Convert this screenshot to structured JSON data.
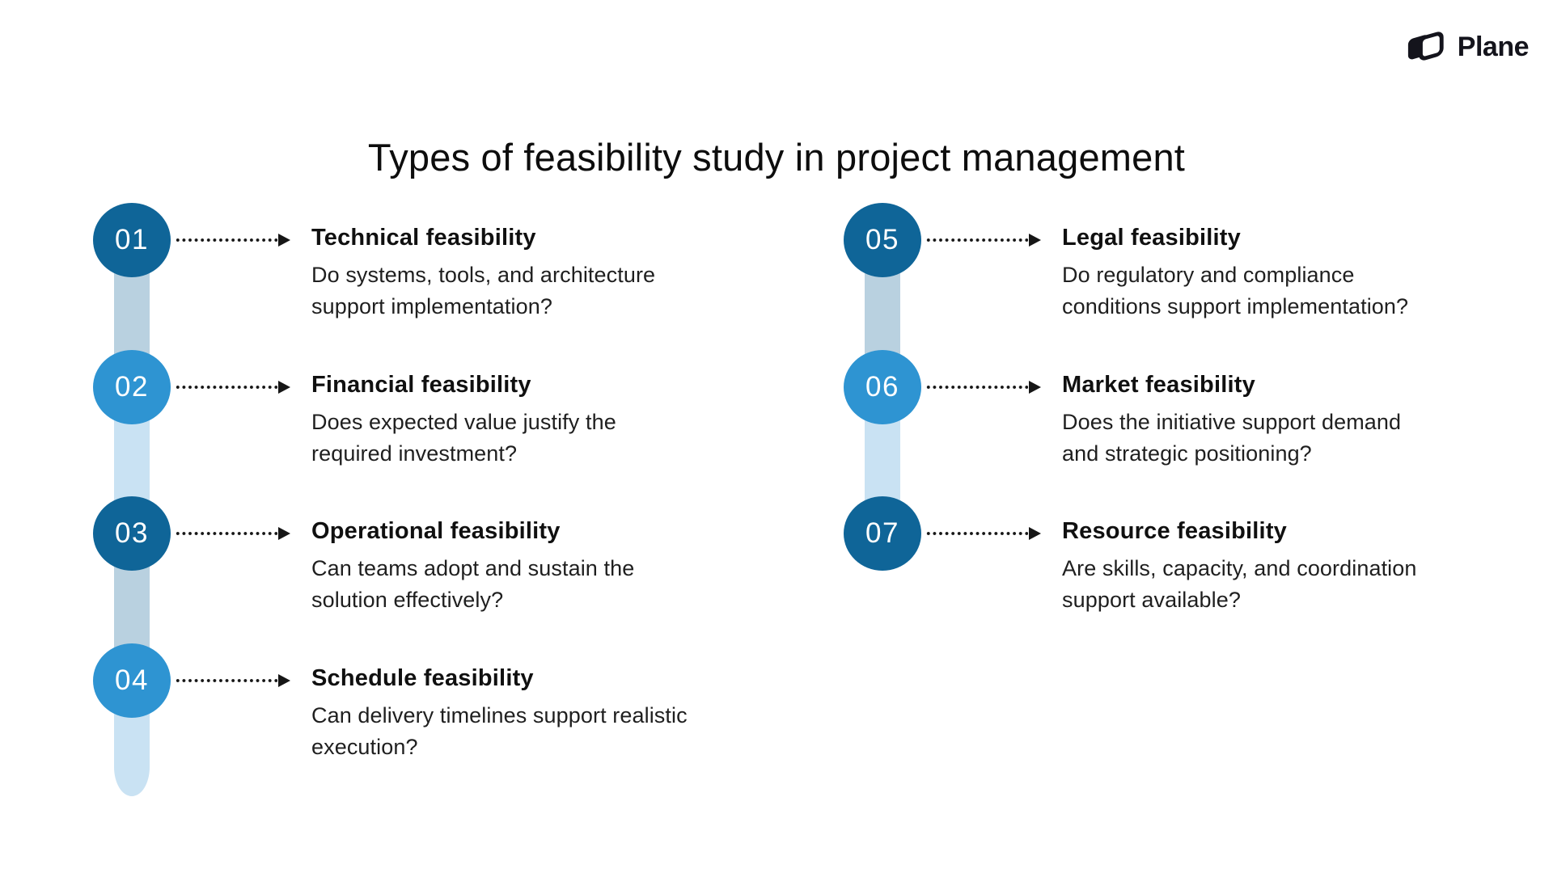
{
  "brand": {
    "name": "Plane"
  },
  "title": "Types of feasibility study in project management",
  "colors": {
    "circle_dark": "#0f6598",
    "circle_light": "#2e94d2",
    "spine_muted": "#b9d1e0",
    "spine_light": "#c9e2f3",
    "arrow": "#161616",
    "heading": "#101010",
    "body": "#1f1f1f",
    "logo": "#14141c"
  },
  "items": [
    {
      "number": "01",
      "tone": "dark",
      "title": "Technical feasibility",
      "description": "Do systems, tools, and architecture\nsupport implementation?"
    },
    {
      "number": "02",
      "tone": "light",
      "title": "Financial feasibility",
      "description": "Does expected value justify the\nrequired investment?"
    },
    {
      "number": "03",
      "tone": "dark",
      "title": "Operational feasibility",
      "description": "Can teams adopt and sustain the\nsolution effectively?"
    },
    {
      "number": "04",
      "tone": "light",
      "title": "Schedule feasibility",
      "description": "Can delivery timelines support realistic\nexecution?"
    },
    {
      "number": "05",
      "tone": "dark",
      "title": "Legal feasibility",
      "description": "Do regulatory and compliance\nconditions support implementation?"
    },
    {
      "number": "06",
      "tone": "light",
      "title": "Market feasibility",
      "description": "Does the initiative support demand\nand strategic positioning?"
    },
    {
      "number": "07",
      "tone": "dark",
      "title": "Resource feasibility",
      "description": "Are skills, capacity, and coordination\nsupport available?"
    }
  ]
}
